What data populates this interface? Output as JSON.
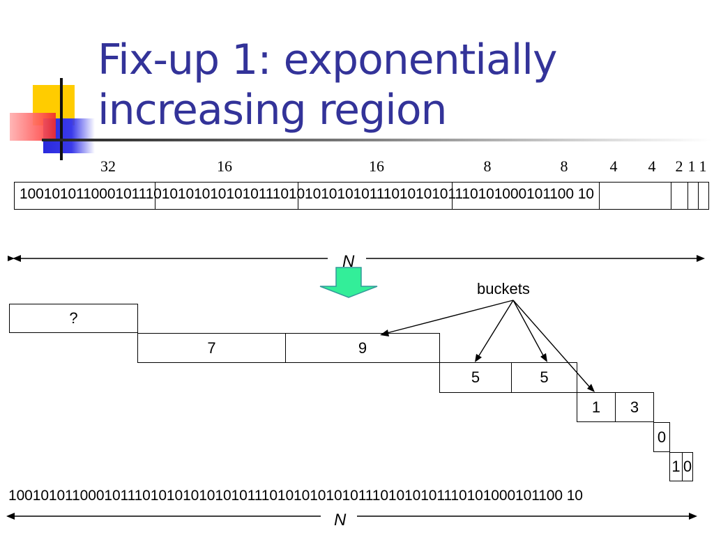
{
  "slide": {
    "title": "Fix-up 1: exponentially\nincreasing region"
  },
  "top_row": {
    "segment_sizes": [
      "32",
      "16",
      "16",
      "8",
      "8",
      "4",
      "4",
      "2",
      "1",
      "1"
    ],
    "bits": "1001010110001011101010101010101110101010101011101010101110101000101100 10"
  },
  "n_label": "N",
  "buckets_label": "buckets",
  "bucket_values": {
    "q": "?",
    "b7": "7",
    "b9": "9",
    "b5a": "5",
    "b5b": "5",
    "b1": "1",
    "b3": "3",
    "b0": "0",
    "b1s": "1",
    "b0s": "0"
  },
  "bottom_bits": "1001010110001011101010101010101110101010101011101010101110101000101100 10",
  "colors": {
    "title": "#333399",
    "arrow_fill": "#33ee99",
    "arrow_stroke": "#339999"
  },
  "icons": {
    "down_arrow": "down-arrow-icon"
  }
}
